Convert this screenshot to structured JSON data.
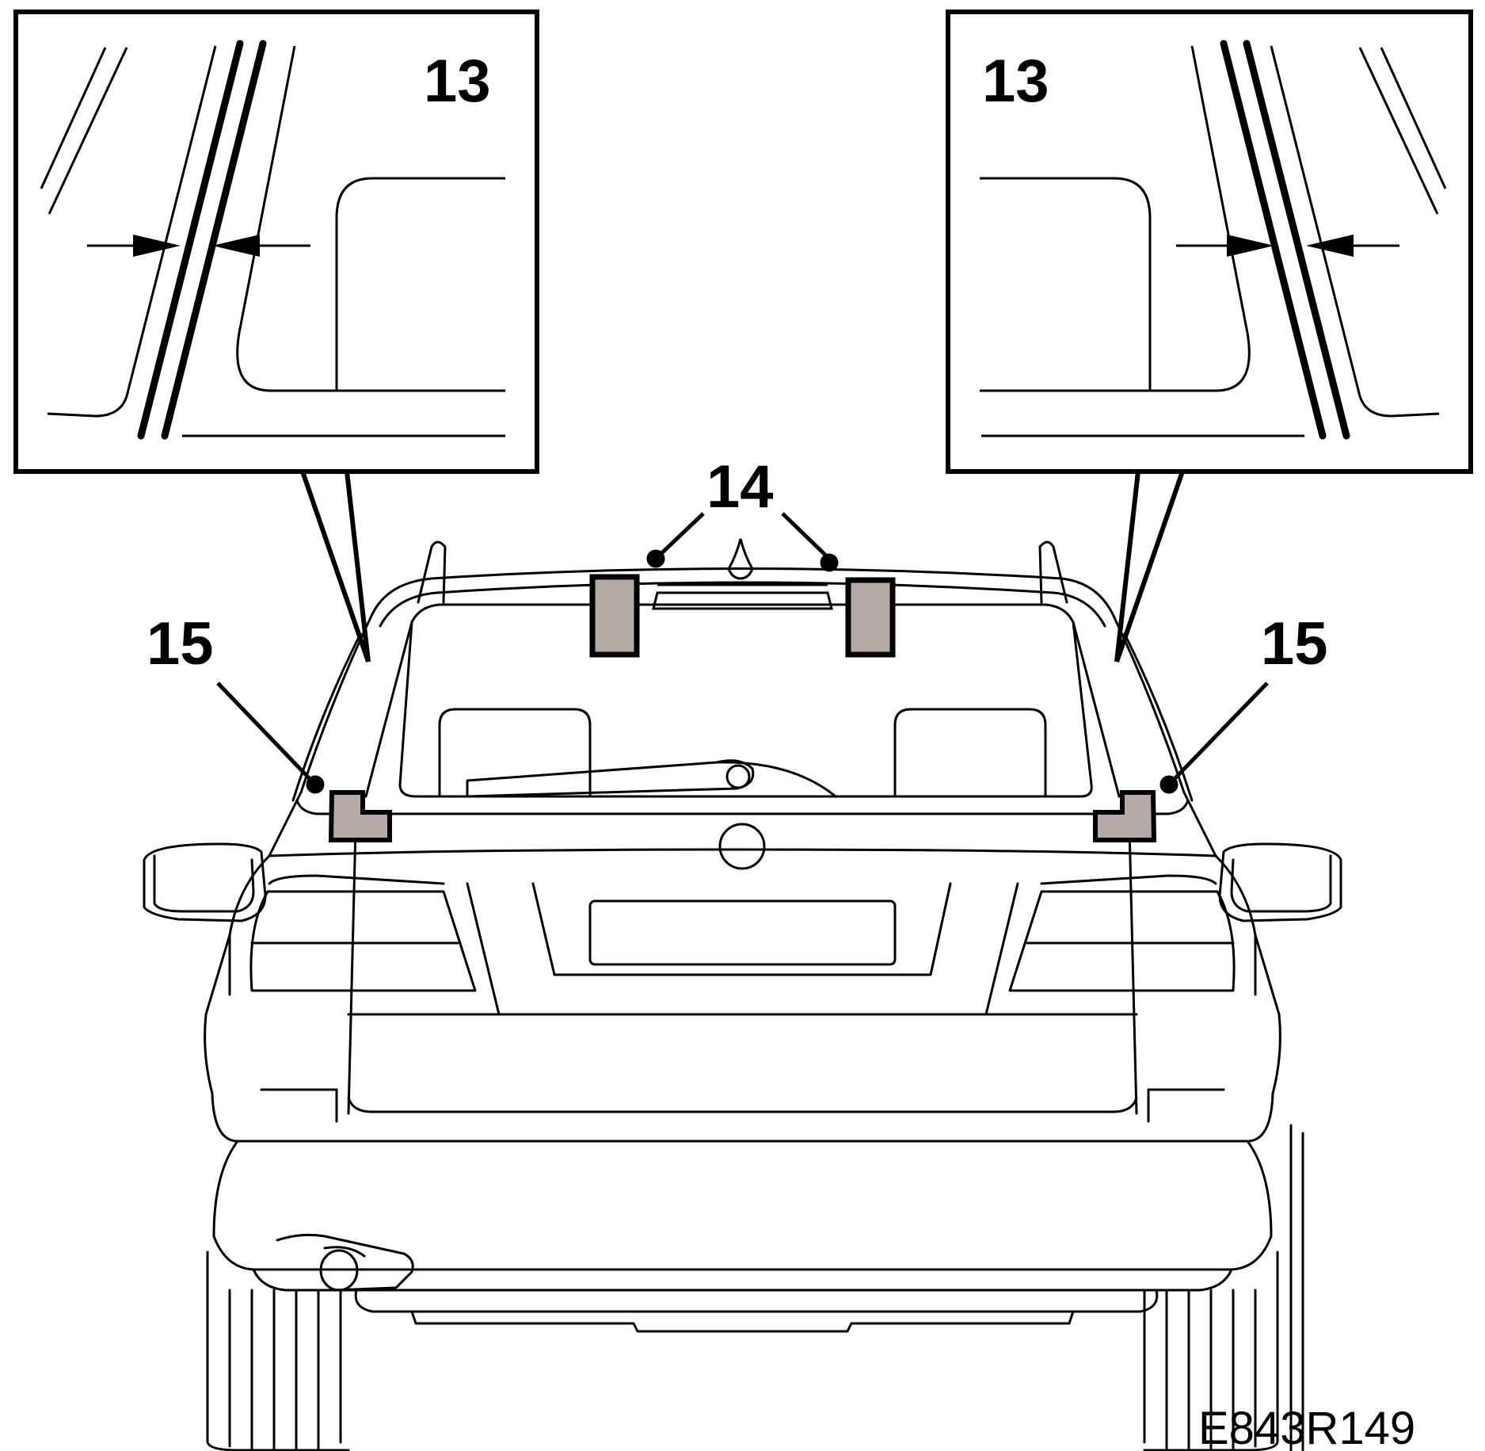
{
  "callouts": {
    "detail_left": "13",
    "detail_right": "13",
    "brackets": "14",
    "corner_left": "15",
    "corner_right": "15"
  },
  "figure_code": "E843R149",
  "colors": {
    "ink": "#000000",
    "part_fill": "#b5aaa5",
    "background": "#ffffff"
  }
}
